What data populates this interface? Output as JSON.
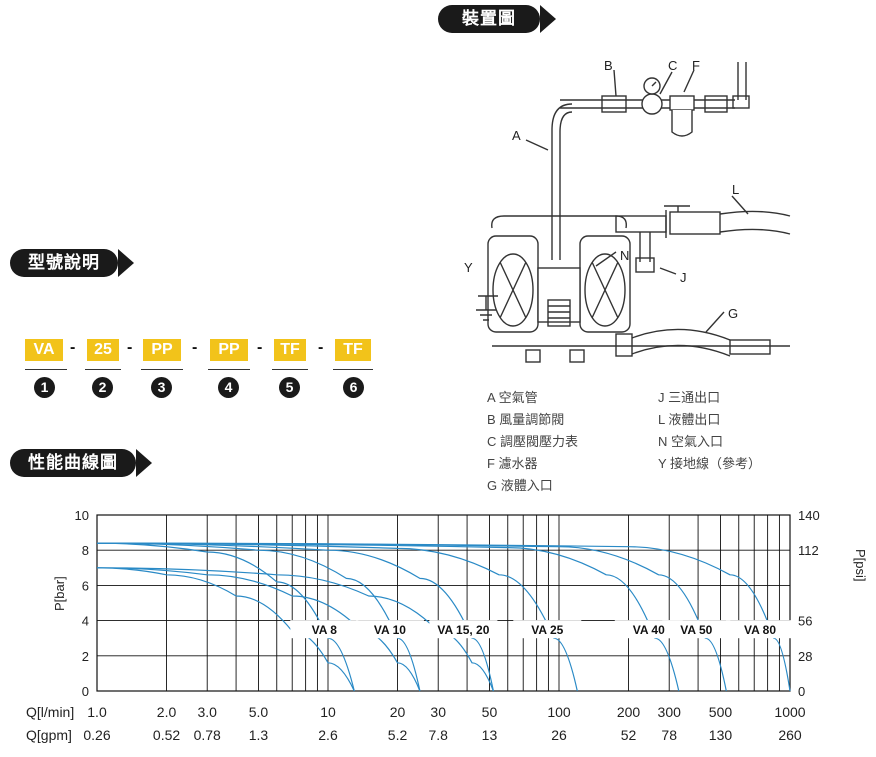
{
  "headers": {
    "installation": "裝置圖",
    "model": "型號說明",
    "performance": "性能曲線圖"
  },
  "model_codes": [
    {
      "code": "VA",
      "num": "1"
    },
    {
      "code": "25",
      "num": "2"
    },
    {
      "code": "PP",
      "num": "3"
    },
    {
      "code": "PP",
      "num": "4"
    },
    {
      "code": "TF",
      "num": "5"
    },
    {
      "code": "TF",
      "num": "6"
    }
  ],
  "diagram": {
    "callouts": [
      "A",
      "B",
      "C",
      "F",
      "L",
      "N",
      "J",
      "Y",
      "G"
    ],
    "legend_left": [
      "A 空氣管",
      "B 風量調節閥",
      "C 調壓閥壓力表",
      "F 濾水器",
      "G 液體入口"
    ],
    "legend_right": [
      "J 三通出口",
      "L 液體出口",
      "N 空氣入口",
      "Y 接地線（參考）"
    ]
  },
  "chart_data": {
    "type": "line",
    "x_scale": "log",
    "left_axis": {
      "label": "P[bar]",
      "ticks": [
        "0",
        "2",
        "4",
        "6",
        "8",
        "10"
      ],
      "range": [
        0,
        10
      ]
    },
    "right_axis": {
      "label": "P[psi]",
      "ticks": [
        "0",
        "28",
        "56",
        "112",
        "140"
      ]
    },
    "x_axes": [
      {
        "label": "Q[l/min]",
        "ticks": [
          "1.0",
          "2.0",
          "3.0",
          "5.0",
          "10",
          "20",
          "30",
          "50",
          "100",
          "200",
          "300",
          "500",
          "1000"
        ]
      },
      {
        "label": "Q[gpm]",
        "ticks": [
          "0.26",
          "0.52",
          "0.78",
          "1.3",
          "2.6",
          "5.2",
          "7.8",
          "13",
          "26",
          "52",
          "78",
          "130",
          "260"
        ]
      }
    ],
    "xlim_lpm": [
      1,
      1000
    ],
    "series_color": "#2a8ac6",
    "series": [
      {
        "name": "VA 8",
        "max_flow_lpm": 13,
        "points": [
          [
            1,
            7.0
          ],
          [
            2,
            6.6
          ],
          [
            4,
            5.4
          ],
          [
            7,
            3.4
          ],
          [
            10,
            1.6
          ],
          [
            13,
            0
          ]
        ]
      },
      {
        "name": "VA 8",
        "max_flow_lpm": 13,
        "points": [
          [
            1,
            8.4
          ],
          [
            3,
            7.9
          ],
          [
            6,
            6.2
          ],
          [
            10,
            3.0
          ],
          [
            13,
            0
          ]
        ]
      },
      {
        "name": "VA 10",
        "max_flow_lpm": 25,
        "points": [
          [
            1,
            7.0
          ],
          [
            3,
            6.6
          ],
          [
            7,
            5.4
          ],
          [
            14,
            3.4
          ],
          [
            20,
            1.6
          ],
          [
            25,
            0
          ]
        ]
      },
      {
        "name": "VA 10",
        "max_flow_lpm": 25,
        "points": [
          [
            1,
            8.4
          ],
          [
            5,
            8.0
          ],
          [
            12,
            6.4
          ],
          [
            20,
            3.0
          ],
          [
            25,
            0
          ]
        ]
      },
      {
        "name": "VA 15, 20",
        "max_flow_lpm": 52,
        "points": [
          [
            1,
            7.0
          ],
          [
            6,
            6.6
          ],
          [
            15,
            5.4
          ],
          [
            30,
            3.4
          ],
          [
            42,
            1.6
          ],
          [
            52,
            0
          ]
        ]
      },
      {
        "name": "VA 15, 20",
        "max_flow_lpm": 52,
        "points": [
          [
            1,
            8.4
          ],
          [
            10,
            8.0
          ],
          [
            25,
            6.4
          ],
          [
            42,
            3.0
          ],
          [
            52,
            0
          ]
        ]
      },
      {
        "name": "VA 25",
        "max_flow_lpm": 120,
        "points": [
          [
            1,
            8.4
          ],
          [
            20,
            8.1
          ],
          [
            55,
            6.6
          ],
          [
            95,
            3.0
          ],
          [
            120,
            0
          ]
        ]
      },
      {
        "name": "VA 40",
        "max_flow_lpm": 330,
        "points": [
          [
            1,
            8.4
          ],
          [
            60,
            8.15
          ],
          [
            160,
            6.6
          ],
          [
            260,
            3.0
          ],
          [
            330,
            0
          ]
        ]
      },
      {
        "name": "VA 50",
        "max_flow_lpm": 530,
        "points": [
          [
            1,
            8.4
          ],
          [
            100,
            8.2
          ],
          [
            270,
            6.6
          ],
          [
            430,
            3.0
          ],
          [
            530,
            0
          ]
        ]
      },
      {
        "name": "VA 80",
        "max_flow_lpm": 1000,
        "points": [
          [
            1,
            8.4
          ],
          [
            200,
            8.2
          ],
          [
            550,
            6.6
          ],
          [
            850,
            3.0
          ],
          [
            1000,
            0
          ]
        ]
      }
    ]
  }
}
